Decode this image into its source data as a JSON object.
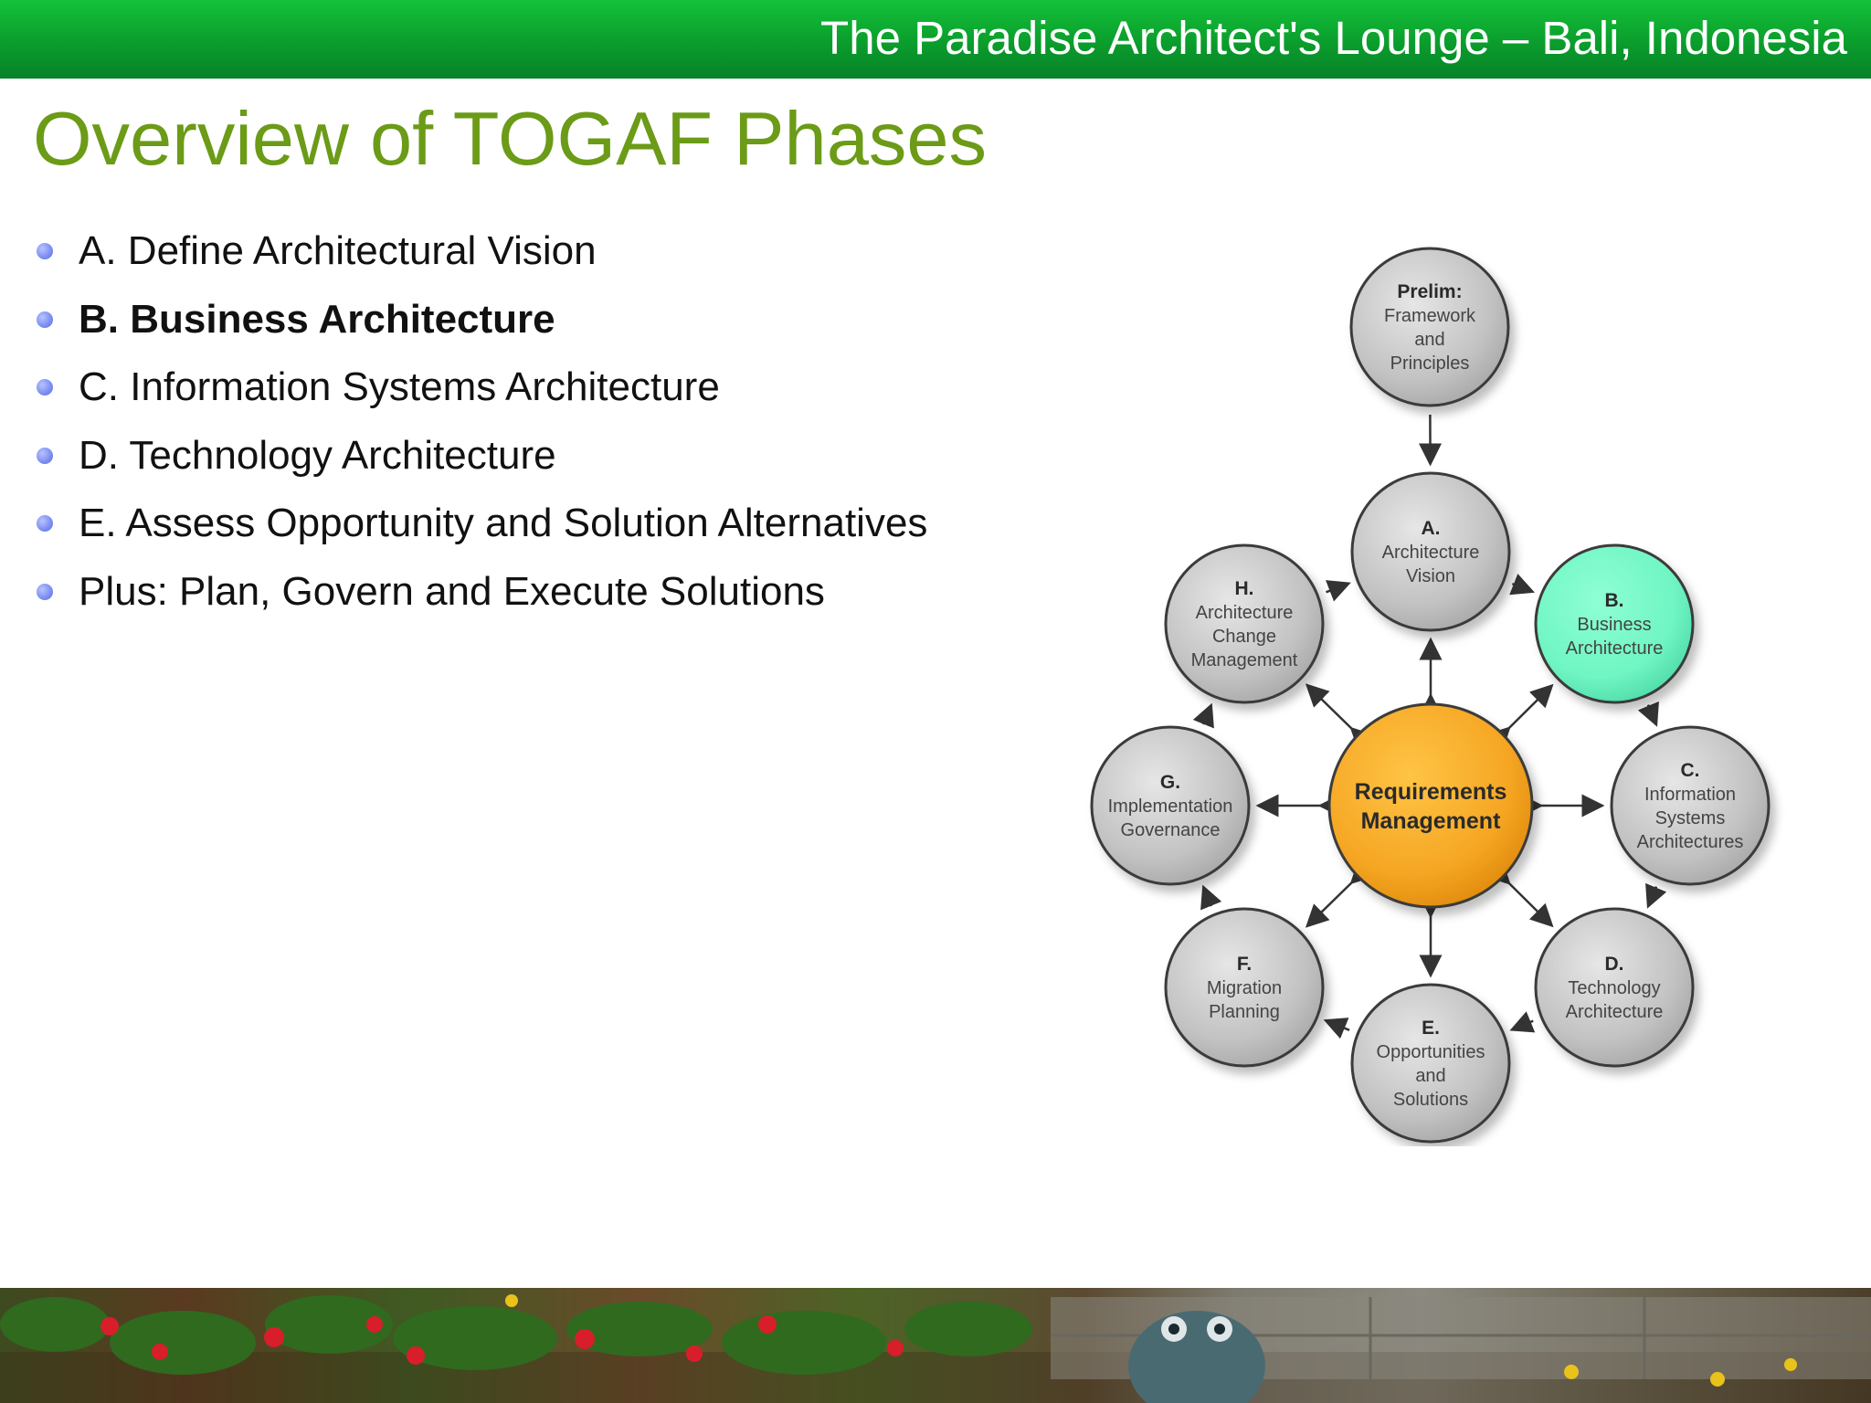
{
  "header": {
    "title": "The Paradise Architect's Lounge – Bali, Indonesia"
  },
  "slide": {
    "title": "Overview of TOGAF Phases",
    "bullets": [
      {
        "text": "A. Define Architectural Vision",
        "bold": false
      },
      {
        "text": "B. Business Architecture",
        "bold": true
      },
      {
        "text": "C. Information Systems Architecture",
        "bold": false
      },
      {
        "text": "D. Technology Architecture",
        "bold": false
      },
      {
        "text": "E.  Assess Opportunity and Solution Alternatives",
        "bold": false
      },
      {
        "text": "Plus: Plan, Govern and Execute Solutions",
        "bold": false
      }
    ]
  },
  "diagram": {
    "colors": {
      "phase_fill": "#c4c4c4",
      "highlight_fill": "#6ff5c3",
      "center_fill": "#f5a623",
      "arrow": "#333333"
    },
    "prelim": {
      "id": "prelim",
      "lines": [
        "Prelim:",
        "Framework",
        "and",
        "Principles"
      ]
    },
    "center": {
      "id": "center",
      "lines": [
        "Requirements",
        "Management"
      ]
    },
    "phases": [
      {
        "id": "A",
        "lines": [
          "A.",
          "Architecture",
          "Vision"
        ],
        "highlight": false
      },
      {
        "id": "B",
        "lines": [
          "B.",
          "Business",
          "Architecture"
        ],
        "highlight": true
      },
      {
        "id": "C",
        "lines": [
          "C.",
          "Information",
          "Systems",
          "Architectures"
        ],
        "highlight": false
      },
      {
        "id": "D",
        "lines": [
          "D.",
          "Technology",
          "Architecture"
        ],
        "highlight": false
      },
      {
        "id": "E",
        "lines": [
          "E.",
          "Opportunities",
          "and",
          "Solutions"
        ],
        "highlight": false
      },
      {
        "id": "F",
        "lines": [
          "F.",
          "Migration",
          "Planning"
        ],
        "highlight": false
      },
      {
        "id": "G",
        "lines": [
          "G.",
          "Implementation",
          "Governance"
        ],
        "highlight": false
      },
      {
        "id": "H",
        "lines": [
          "H.",
          "Architecture",
          "Change",
          "Management"
        ],
        "highlight": false
      }
    ]
  },
  "footer": {
    "photo": "garden-photo-strip"
  }
}
